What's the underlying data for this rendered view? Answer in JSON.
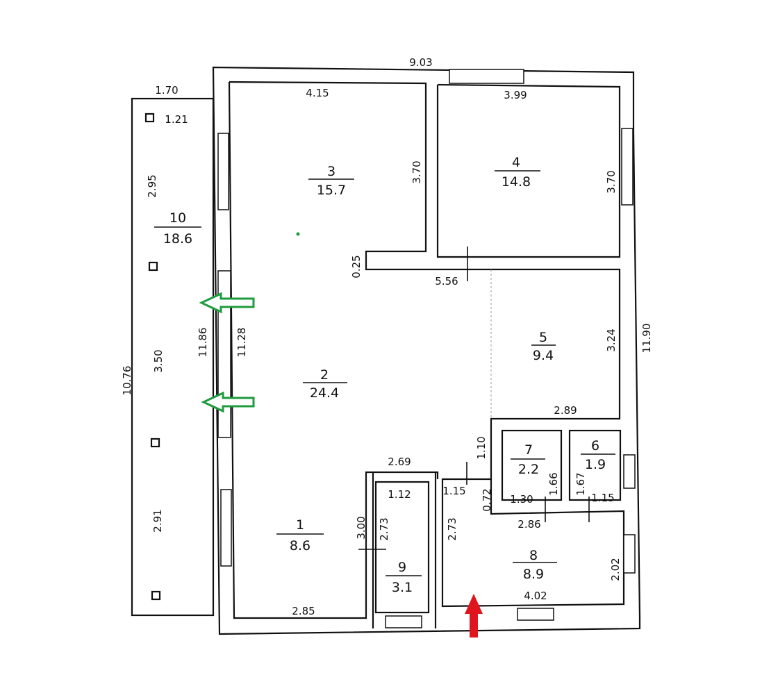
{
  "colors": {
    "walls": "#111111",
    "green_arrow": "#1e9b3e",
    "red_arrow": "#e0141c"
  },
  "rooms": [
    {
      "num": "1",
      "area": "8.6"
    },
    {
      "num": "2",
      "area": "24.4"
    },
    {
      "num": "3",
      "area": "15.7"
    },
    {
      "num": "4",
      "area": "14.8"
    },
    {
      "num": "5",
      "area": "9.4"
    },
    {
      "num": "6",
      "area": "1.9"
    },
    {
      "num": "7",
      "area": "2.2"
    },
    {
      "num": "8",
      "area": "8.9"
    },
    {
      "num": "9",
      "area": "3.1"
    },
    {
      "num": "10",
      "area": "18.6"
    }
  ],
  "dims": {
    "top_total": "9.03",
    "balcony_width": "1.70",
    "room3_width": "4.15",
    "room4_width": "3.99",
    "balcony_inner": "1.21",
    "balcony_seg1": "2.95",
    "room3_depth": "3.70",
    "room4_depth": "3.70",
    "wall_025": "0.25",
    "hall_556": "5.56",
    "room5_depth": "3.24",
    "right_total": "11.90",
    "balcony_total": "10.76",
    "balcony_seg2": "3.50",
    "left_outer": "11.86",
    "left_inner": "11.28",
    "room5_width": "2.89",
    "d_110": "1.10",
    "d_269": "2.69",
    "d_112": "1.12",
    "d_115a": "1.15",
    "d_072": "0.72",
    "d_130": "1.30",
    "d_166": "1.66",
    "d_167": "1.67",
    "d_115b": "1.15",
    "d_286": "2.86",
    "d_300": "3.00",
    "d_273a": "2.73",
    "d_273b": "2.73",
    "d_202": "2.02",
    "balcony_seg3": "2.91",
    "d_285": "2.85",
    "d_402": "4.02"
  },
  "markers": [
    "entrance-arrow-green-upper",
    "entrance-arrow-green-lower",
    "entrance-arrow-red"
  ]
}
